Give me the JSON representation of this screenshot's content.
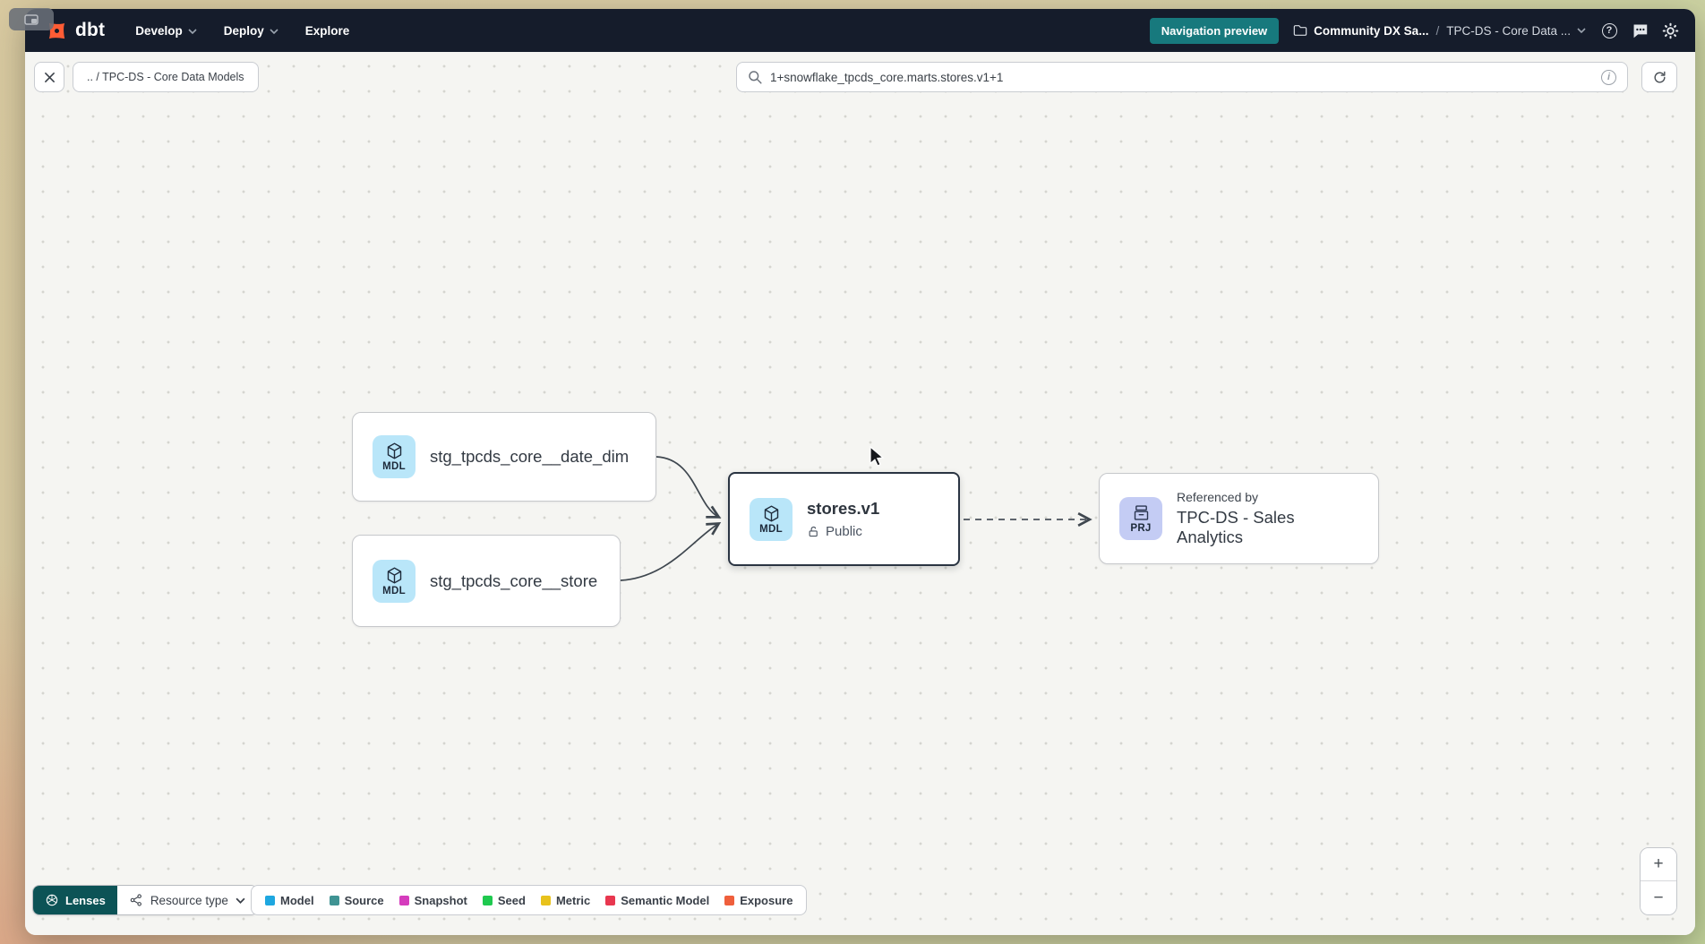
{
  "header": {
    "logo_text": "dbt",
    "nav": [
      {
        "label": "Develop"
      },
      {
        "label": "Deploy"
      },
      {
        "label": "Explore"
      }
    ],
    "preview_badge": "Navigation preview",
    "breadcrumb": {
      "project": "Community DX Sa...",
      "separator": "/",
      "environment": "TPC-DS - Core Data ..."
    }
  },
  "toolbar": {
    "breadcrumb_chip": ".. / TPC-DS - Core Data Models",
    "search": {
      "value": "1+snowflake_tpcds_core.marts.stores.v1+1",
      "info_glyph": "i"
    },
    "help_glyph": "?"
  },
  "graph": {
    "nodes": [
      {
        "badge": "MDL",
        "label": "stg_tpcds_core__date_dim"
      },
      {
        "badge": "MDL",
        "label": "stg_tpcds_core__store"
      },
      {
        "badge": "MDL",
        "label": "stores.v1",
        "access": "Public"
      },
      {
        "badge": "PRJ",
        "title": "Referenced by",
        "label": "TPC-DS - Sales Analytics"
      }
    ]
  },
  "footer": {
    "lenses_label": "Lenses",
    "resource_type_label": "Resource type",
    "legend": [
      {
        "label": "Model",
        "color": "#1ea7e0"
      },
      {
        "label": "Source",
        "color": "#3f9393"
      },
      {
        "label": "Snapshot",
        "color": "#d53cbd"
      },
      {
        "label": "Seed",
        "color": "#1fc94f"
      },
      {
        "label": "Metric",
        "color": "#e8c21c"
      },
      {
        "label": "Semantic Model",
        "color": "#e8374f"
      },
      {
        "label": "Exposure",
        "color": "#ef5f3c"
      }
    ],
    "zoom_in": "+",
    "zoom_out": "−"
  },
  "colors": {
    "navbar": "#151c2b",
    "preview_badge_teal": "#17797d",
    "lenses_teal": "#0c5356",
    "mdl_badge": "#b9e6f9",
    "prj_badge": "#c4ccf4"
  }
}
